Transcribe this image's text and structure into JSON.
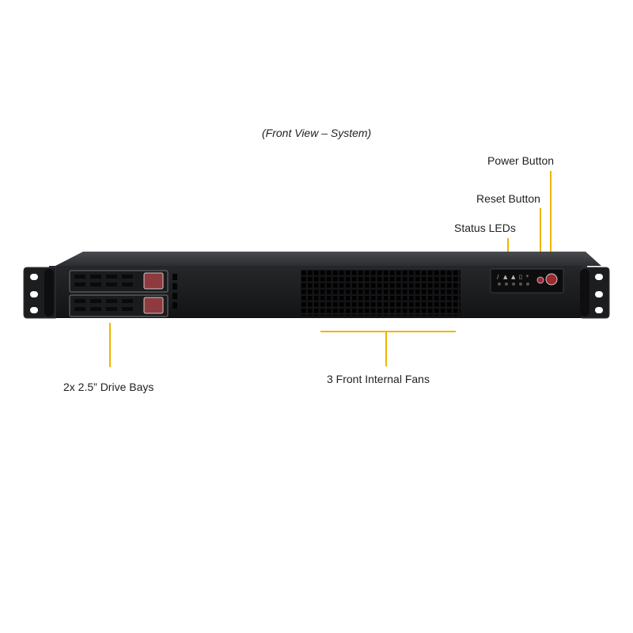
{
  "caption": "(Front View – System)",
  "labels": {
    "power_button": "Power Button",
    "reset_button": "Reset Button",
    "status_leds": "Status LEDs",
    "drive_bays": "2x 2.5” Drive Bays",
    "front_fans": "3 Front Internal  Fans"
  },
  "colors": {
    "leader": "#f0b400",
    "chassis": "#1b1c1e",
    "chassis_top": "#3a3b3e",
    "button": "#9b2a32"
  }
}
